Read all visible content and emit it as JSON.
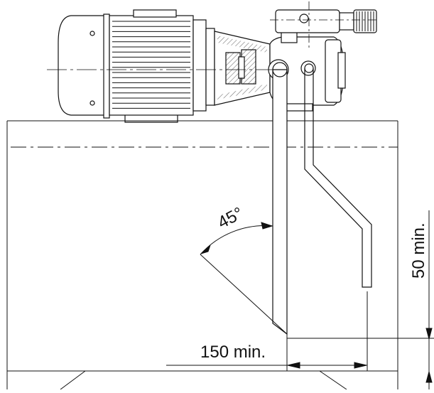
{
  "diagram": {
    "angle_label": "45°",
    "horizontal_dim_label": "150 min.",
    "vertical_dim_label": "50 min.",
    "components": [
      {
        "name": "electric-motor",
        "label": ""
      },
      {
        "name": "coupling-bellhousing",
        "label": ""
      },
      {
        "name": "pump-head",
        "label": ""
      },
      {
        "name": "pressure-valve",
        "label": ""
      },
      {
        "name": "suction-pipe",
        "label": ""
      },
      {
        "name": "return-pipe",
        "label": ""
      },
      {
        "name": "oil-tank",
        "label": ""
      }
    ],
    "colors": {
      "line": "#111111",
      "motor_fill": "#ffffff",
      "hatch": "#777777",
      "background": "#ffffff"
    }
  }
}
